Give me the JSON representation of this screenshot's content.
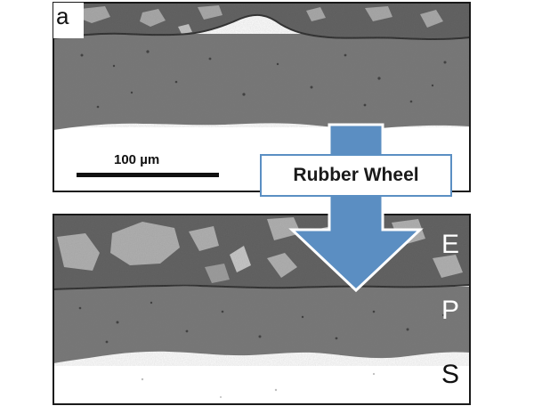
{
  "panel_label": "a",
  "scale_bar": {
    "label": "100 µm"
  },
  "wheel_label": "Rubber Wheel",
  "layer_labels": {
    "top": "E",
    "middle": "P",
    "bottom": "S"
  },
  "colors": {
    "arrow": "#5b8ec2",
    "arrow_outline": "#ffffff",
    "label_border": "#5a8fc3",
    "upper_layer": "#5d5d5d",
    "middle_layer": "#767676",
    "substrate": "#ffffff",
    "frame": "#1a1a1a"
  }
}
